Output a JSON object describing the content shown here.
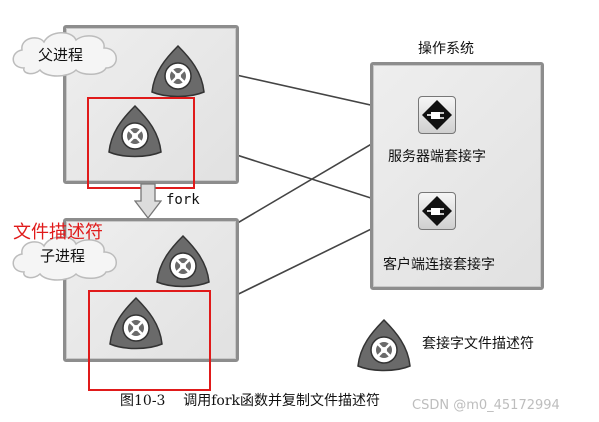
{
  "parent_label": "父进程",
  "child_label": "子进程",
  "os_title": "操作系统",
  "fork_label": "fork",
  "server_socket_label": "服务器端套接字",
  "client_socket_label": "客户端连接套接字",
  "annotation_label": "文件描述符",
  "legend_label": "套接字文件描述符",
  "caption": "图10-3    调用fork函数并复制文件描述符",
  "watermark": "CSDN @m0_45172994",
  "colors": {
    "annotation_red": "#e01a1a",
    "box_border": "#8d8d8d",
    "arrow": "#444444"
  }
}
